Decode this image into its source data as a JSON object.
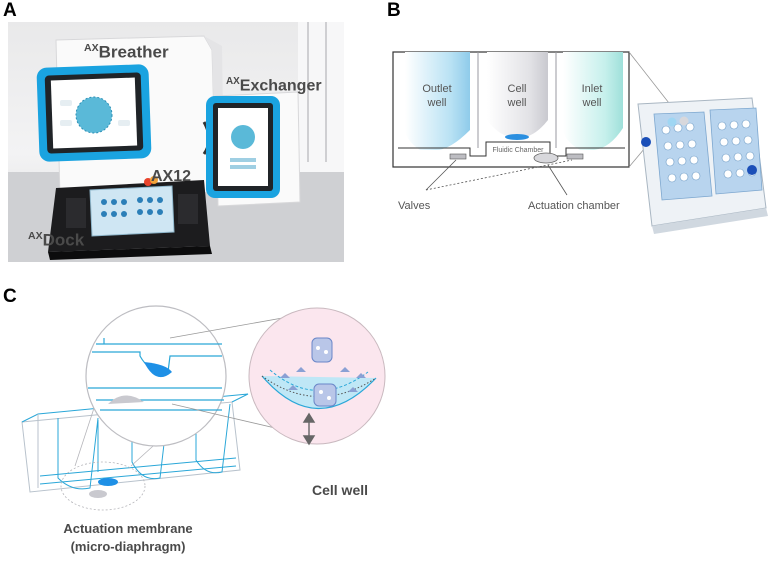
{
  "panels": {
    "a": "A",
    "b": "B",
    "c": "C"
  },
  "panel_a": {
    "breather_prefix": "AX",
    "breather_label": "Breather",
    "exchanger_prefix": "AX",
    "exchanger_label": "Exchanger",
    "plate_label": "AX12",
    "dock_prefix": "AX",
    "dock_label": "Dock"
  },
  "panel_b": {
    "outlet_well": [
      "Outlet",
      "well"
    ],
    "cell_well": [
      "Cell",
      "well"
    ],
    "inlet_well": [
      "Inlet",
      "well"
    ],
    "fluidic_chamber": "Fluidic Chamber",
    "valves": "Valves",
    "actuation_chamber": "Actuation chamber"
  },
  "panel_c": {
    "cell_well": "Cell well",
    "membrane_line1": "Actuation membrane",
    "membrane_line2": "(micro-diaphragm)"
  },
  "colors": {
    "device_blue": "#1aa3e0",
    "line_blue": "#2aa7d8",
    "fluid_blue": "#8fd3f0",
    "pink_bg": "#fbe6ee",
    "label_gray": "#4a4a4a"
  }
}
